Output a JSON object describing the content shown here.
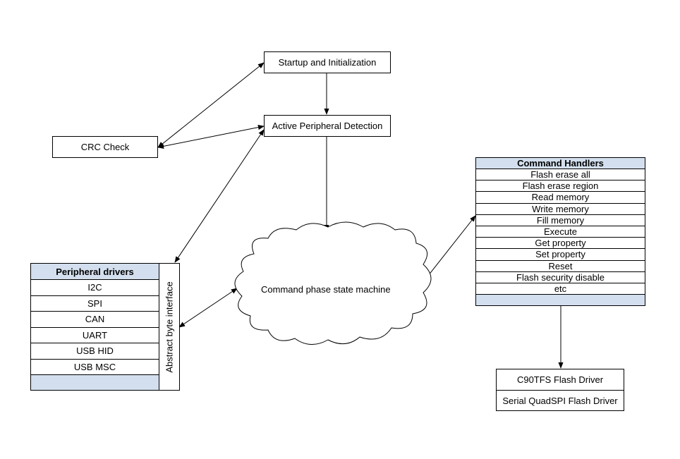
{
  "nodes": {
    "startup": "Startup and Initialization",
    "detection": "Active Peripheral Detection",
    "crc": "CRC Check",
    "state_machine": "Command phase state machine",
    "abstract_interface": "Abstract byte interface"
  },
  "peripheral_drivers": {
    "header": "Peripheral drivers",
    "items": [
      "I2C",
      "SPI",
      "CAN",
      "UART",
      "USB HID",
      "USB MSC"
    ]
  },
  "command_handlers": {
    "header": "Command Handlers",
    "items": [
      "Flash erase all",
      "Flash erase region",
      "Read memory",
      "Write memory",
      "Fill memory",
      "Execute",
      "Get property",
      "Set property",
      "Reset",
      "Flash security disable",
      "etc"
    ]
  },
  "flash_drivers": {
    "items": [
      "C90TFS Flash Driver",
      "Serial QuadSPI Flash Driver"
    ]
  },
  "colors": {
    "header_fill": "#d3dfee",
    "line": "#000000"
  }
}
